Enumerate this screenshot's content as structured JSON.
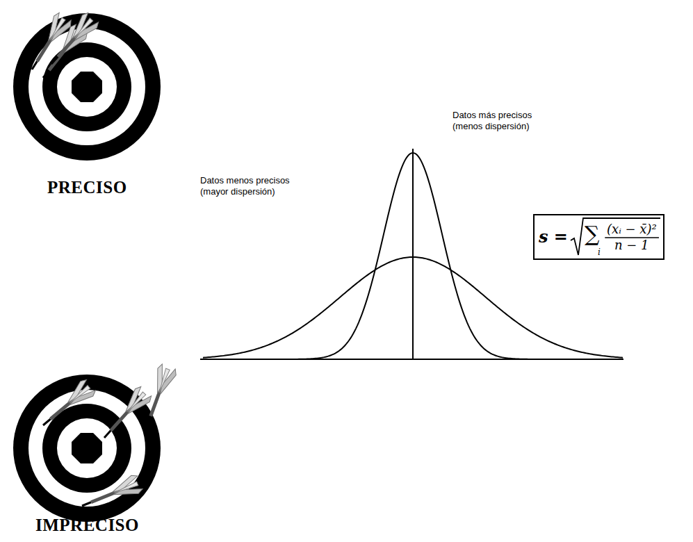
{
  "diagram": {
    "nodes": [
      {
        "text": [
          "s =",
          "∑",
          "i",
          "(xᵢ − x̄)²",
          "n − 1"
        ]
      }
    ],
    "labels": [
      "PRECISO",
      "Datos más precisos (menos dispersión)",
      "Datos menos precisos (mayor dispersión)",
      "IMPRECISO"
    ]
  }
}
